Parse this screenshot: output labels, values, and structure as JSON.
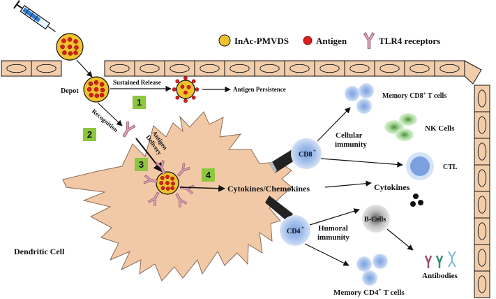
{
  "legend": {
    "adjuvant": "InAc-PMVDS",
    "antigen": "Antigen",
    "receptor": "TLR4 receptors"
  },
  "labels": {
    "depot": "Depot",
    "sustained_release": "Sustained Release",
    "antigen_persistence": "Antigen Persistence",
    "recognition": "Recognition",
    "antigen_delivery_1": "Antigen",
    "antigen_delivery_2": "Delivery",
    "cytokines_chemokines": "Cytokines/Chemokines",
    "dendritic_cell": "Dendritic Cell",
    "cd8": "CD8",
    "cd8_sup": "+",
    "cd4": "CD4",
    "cd4_sup": "+",
    "cellular_immunity_1": "Cellular",
    "cellular_immunity_2": "immunity",
    "humoral_immunity_1": "Humoral",
    "humoral_immunity_2": "immunity",
    "memory_cd8_pre": "Memory CD8",
    "memory_cd8_sup": "+",
    "memory_cd8_post": " T cells",
    "nk_cells": "NK Cells",
    "ctl": "CTL",
    "cytokines": "Cytokines",
    "b_cells": "B-Cells",
    "antibodies": "Antibodies",
    "memory_cd4_pre": "Memory CD4",
    "memory_cd4_sup": "+",
    "memory_cd4_post": "  T cells"
  },
  "steps": [
    "1",
    "2",
    "3",
    "4"
  ],
  "colors": {
    "adjuvant": "#f2c12e",
    "antigen": "#d81e1e",
    "receptor": "#d9a0b4",
    "dendritic": "#f2c9a6",
    "epithelium": "#f1cdab",
    "tcell": "#9ab8e6",
    "nk": "#a8d89a",
    "step_box": "#8dc63f"
  }
}
